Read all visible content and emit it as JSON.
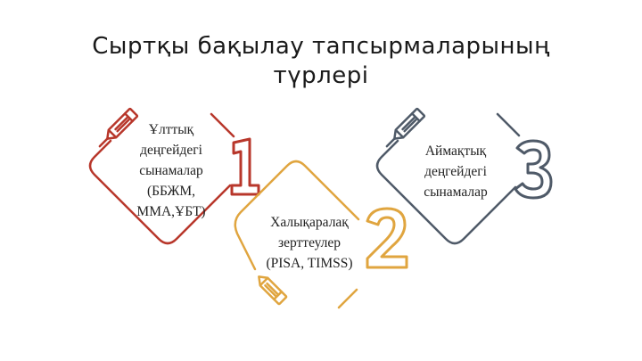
{
  "title": {
    "line1": "Сыртқы бақылау тапсырмаларының",
    "line2": "түрлері"
  },
  "items": [
    {
      "number": "1",
      "color": "#b8372b",
      "lines": [
        "Ұлттық",
        "деңгейдегі",
        "сынамалар",
        "(ББЖМ,",
        "ММА,ҰБТ)"
      ],
      "icon": "pencil-icon"
    },
    {
      "number": "2",
      "color": "#e0a53f",
      "lines": [
        "Халықаралақ",
        "зерттеулер",
        "(PISA, TIMSS)"
      ],
      "icon": "pencil-icon"
    },
    {
      "number": "3",
      "color": "#4f5a68",
      "lines": [
        "Аймақтық",
        "деңгейдегі",
        "сынамалар"
      ],
      "icon": "pencil-icon"
    }
  ]
}
